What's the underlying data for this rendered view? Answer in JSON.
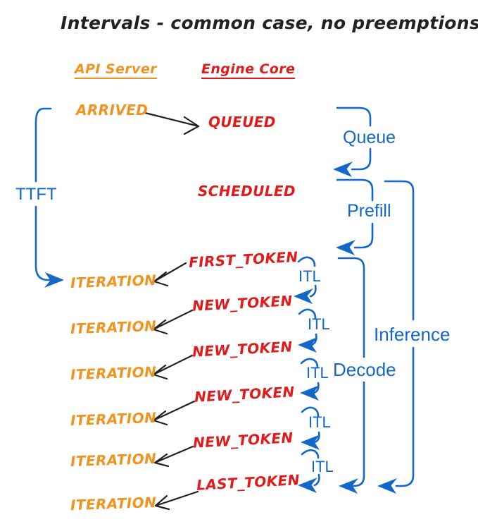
{
  "title": "Intervals - common case, no preemptions",
  "columns": {
    "api_server": "API Server",
    "engine_core": "Engine Core"
  },
  "api_events": {
    "arrived": "ARRIVED",
    "iterations": [
      "ITERATION",
      "ITERATION",
      "ITERATION",
      "ITERATION",
      "ITERATION",
      "ITERATION"
    ]
  },
  "engine_events": {
    "queued": "QUEUED",
    "scheduled": "SCHEDULED",
    "tokens": [
      "FIRST_TOKEN",
      "NEW_TOKEN",
      "NEW_TOKEN",
      "NEW_TOKEN",
      "NEW_TOKEN",
      "LAST_TOKEN"
    ]
  },
  "intervals": {
    "ttft": "TTFT",
    "queue": "Queue",
    "prefill": "Prefill",
    "decode": "Decode",
    "inference": "Inference",
    "itl": [
      "ITL",
      "ITL",
      "ITL",
      "ITL",
      "ITL"
    ]
  },
  "colors": {
    "orange": "#ef9421",
    "red": "#e01b1b",
    "blue": "#1267c8",
    "ink": "#222222",
    "background": "#ffffff"
  }
}
